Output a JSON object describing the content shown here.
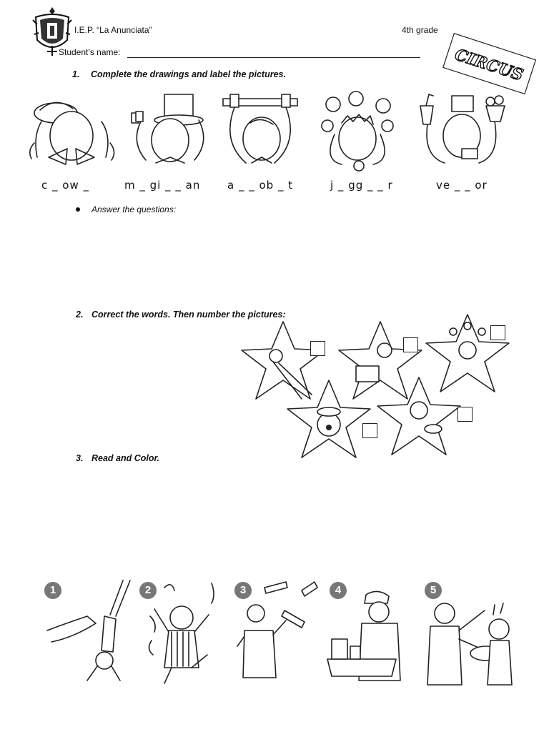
{
  "header": {
    "school": "I.E.P. “La Anunciata”",
    "grade": "4th grade",
    "student_name_label": "Student’s name:",
    "stamp": "CIRCUS"
  },
  "section1": {
    "number": "1.",
    "instruction": "Complete the drawings and label the pictures.",
    "words": [
      "c _ ow _",
      "m _ gi _ _ an",
      "a _ _ ob _ t",
      "j _ gg _ _ r",
      "ve _ _ or"
    ]
  },
  "bullet": {
    "text": "Answer the questions:"
  },
  "section2": {
    "number": "2.",
    "instruction": "Correct the words. Then number the pictures:"
  },
  "section3": {
    "number": "3.",
    "instruction": "Read and Color.",
    "badges": [
      "1",
      "2",
      "3",
      "4",
      "5"
    ]
  }
}
